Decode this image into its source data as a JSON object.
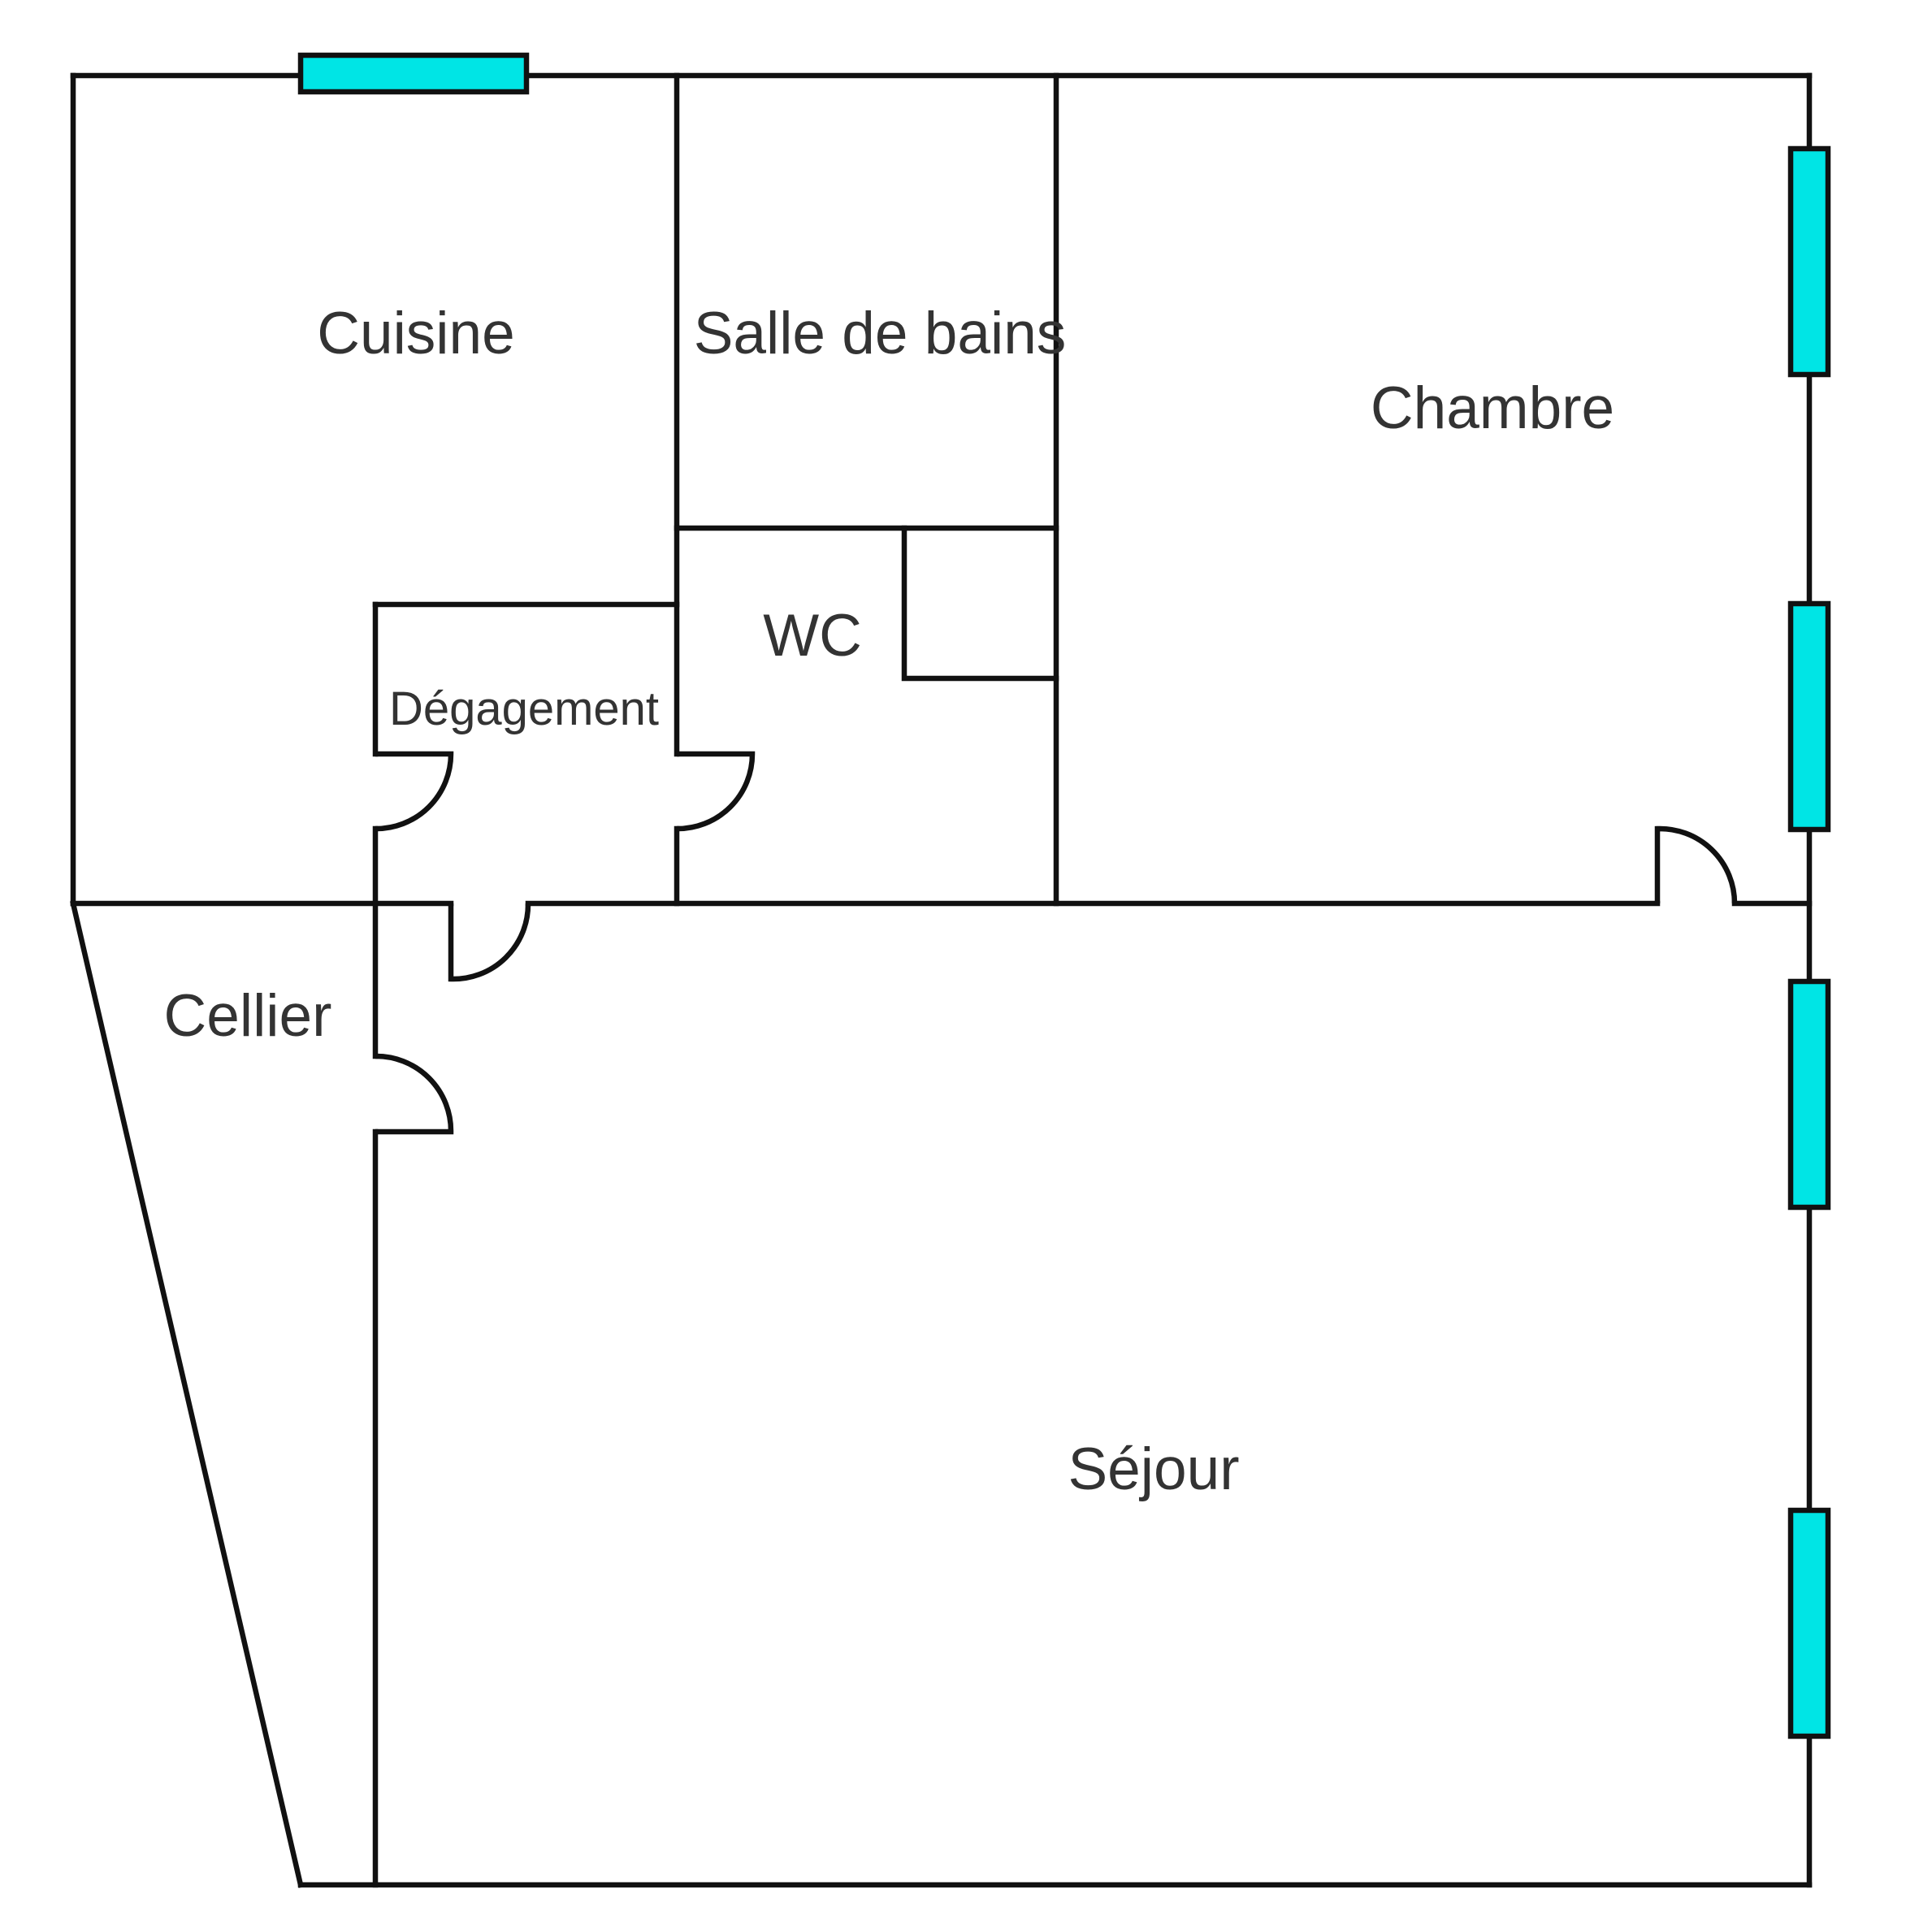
{
  "plan": {
    "rooms": [
      {
        "id": "cuisine",
        "label": "Cuisine"
      },
      {
        "id": "salle-de-bains",
        "label": "Salle de bains"
      },
      {
        "id": "chambre",
        "label": "Chambre"
      },
      {
        "id": "wc",
        "label": "WC"
      },
      {
        "id": "degagement",
        "label": "Dégagement"
      },
      {
        "id": "cellier",
        "label": "Cellier"
      },
      {
        "id": "sejour",
        "label": "Séjour"
      }
    ],
    "colors": {
      "wall": "#111111",
      "window": "#00e5e5",
      "label": "#333333",
      "background": "#ffffff"
    }
  }
}
